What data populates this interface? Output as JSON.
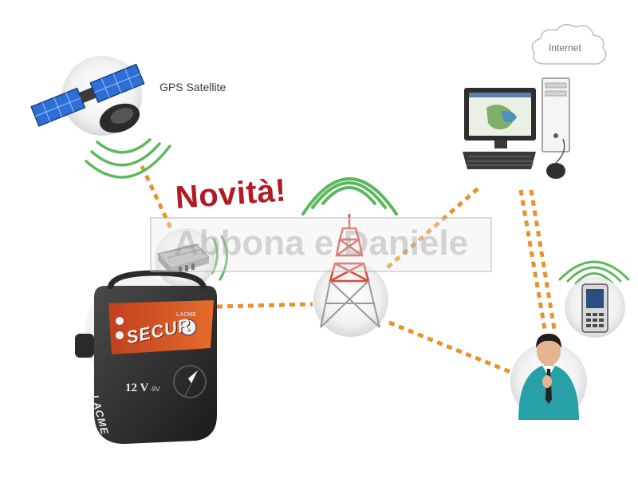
{
  "labels": {
    "satellite": "GPS Satellite",
    "cloud": "Internet",
    "headline": "Novità!",
    "watermark": "Abbona e Daniele"
  },
  "device": {
    "model": "SECUR",
    "brand_top": "LACME",
    "voltage": "12 V",
    "voltage_sub": "-9V",
    "brand_side": "LACME"
  },
  "icons": [
    "gps-satellite-icon",
    "gps-tracker-module-icon",
    "radio-tower-icon",
    "desktop-computer-icon",
    "internet-cloud-icon",
    "mobile-phone-icon",
    "user-person-icon",
    "fence-energizer-icon"
  ],
  "colors": {
    "link": "#e8922e",
    "signal": "#5cb85c",
    "tower": "#d94a3a",
    "headline": "#b11b26"
  }
}
